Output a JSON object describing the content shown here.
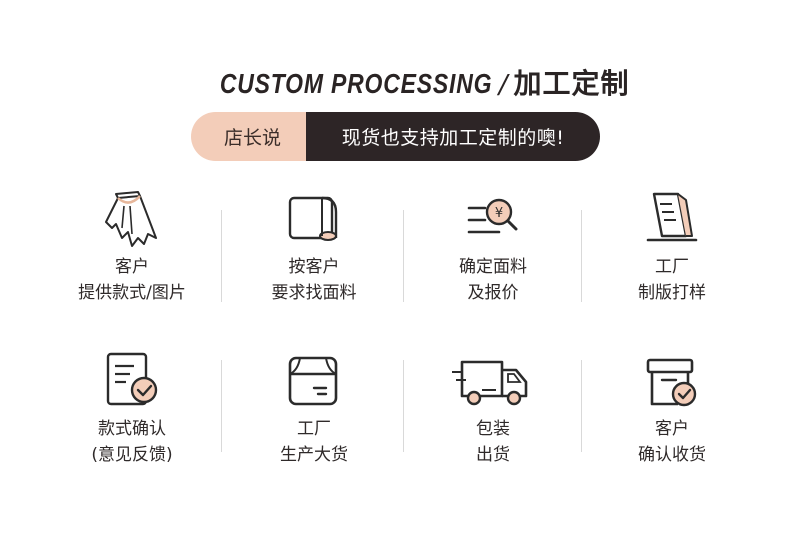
{
  "header": {
    "title_en": "CUSTOM PROCESSING",
    "separator": "/",
    "title_cn": "加工定制"
  },
  "banner": {
    "left": "店长说",
    "right": "现货也支持加工定制的噢!"
  },
  "colors": {
    "accent": "#f3cdb9",
    "dark": "#2d2526"
  },
  "steps": [
    {
      "icon": "skirt-icon",
      "line1": "客户",
      "line2": "提供款式/图片"
    },
    {
      "icon": "fabric-roll-icon",
      "line1": "按客户",
      "line2": "要求找面料"
    },
    {
      "icon": "price-search-icon",
      "line1": "确定面料",
      "line2": "及报价"
    },
    {
      "icon": "ruler-book-icon",
      "line1": "工厂",
      "line2": "制版打样"
    },
    {
      "icon": "document-check-icon",
      "line1": "款式确认",
      "line2": "(意见反馈)"
    },
    {
      "icon": "box-icon",
      "line1": "工厂",
      "line2": "生产大货"
    },
    {
      "icon": "truck-icon",
      "line1": "包装",
      "line2": "出货"
    },
    {
      "icon": "box-check-icon",
      "line1": "客户",
      "line2": "确认收货"
    }
  ]
}
